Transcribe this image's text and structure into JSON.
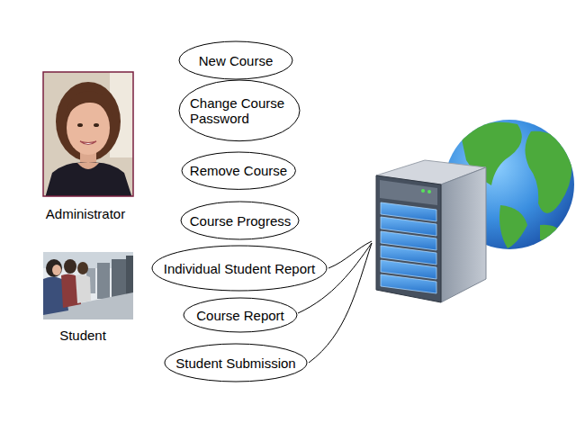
{
  "diagram": {
    "nodes": [
      {
        "text": [
          "New Course"
        ]
      },
      {
        "text": [
          "Change Course Password"
        ]
      },
      {
        "text": [
          "Remove Course"
        ]
      },
      {
        "text": [
          "Course Progress"
        ]
      },
      {
        "text": [
          "Individual Student Report"
        ]
      },
      {
        "text": [
          "Course Report"
        ]
      },
      {
        "text": [
          "Student Submission"
        ]
      }
    ],
    "labels": [
      "Administrator",
      "Student"
    ]
  }
}
